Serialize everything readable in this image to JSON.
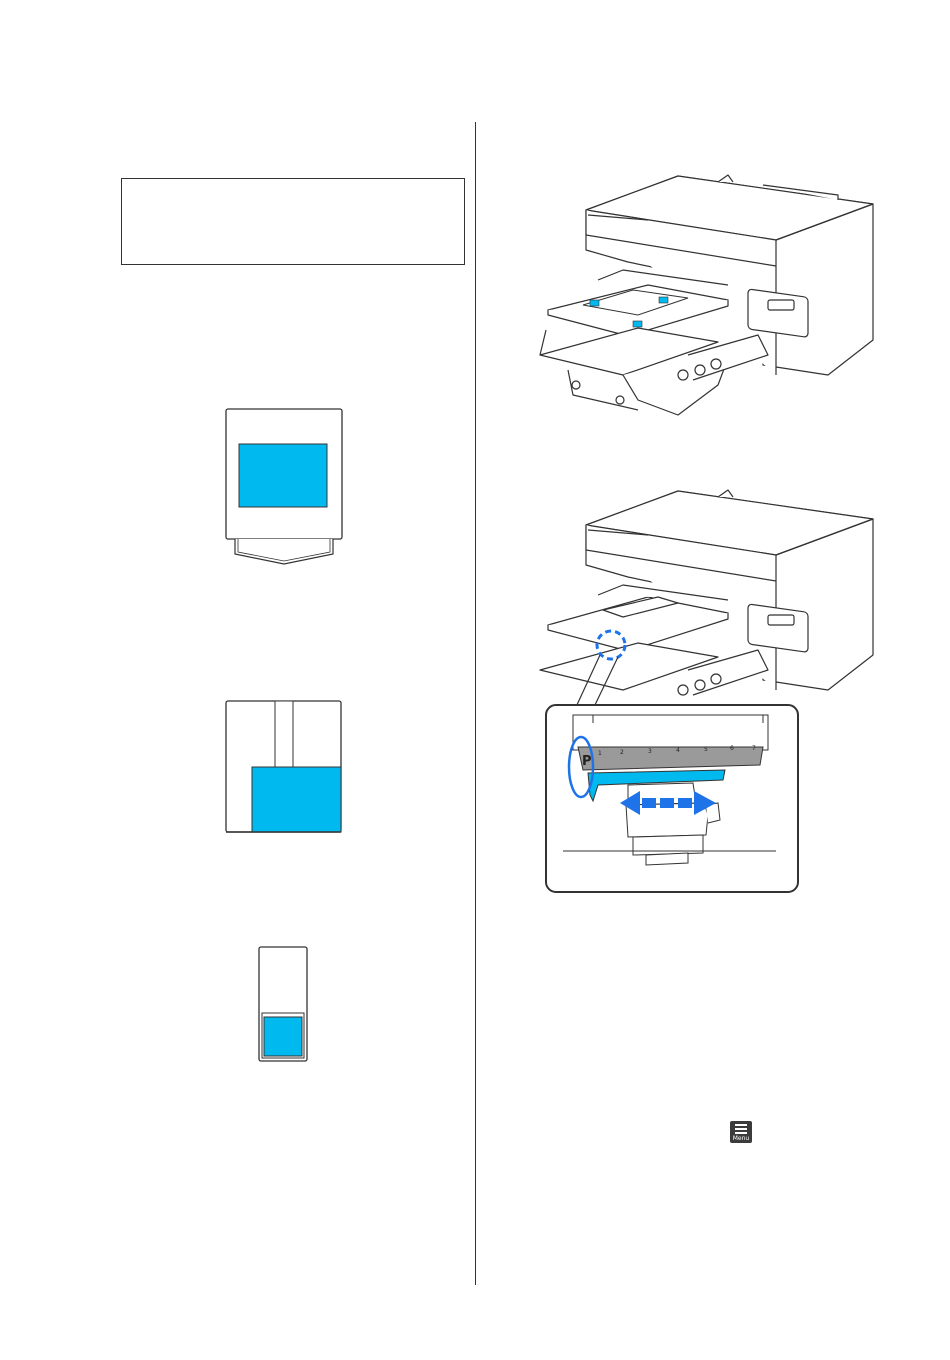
{
  "colors": {
    "accent_cyan": "#00b9ef",
    "highlight_blue": "#1e73e8",
    "line": "#333333",
    "scale_gray": "#9a9a9a"
  },
  "figures": {
    "zoom_scale_letter": "P",
    "zoom_scale_ticks": [
      "1",
      "2",
      "3",
      "4",
      "5",
      "6",
      "7"
    ]
  },
  "menu_icon": {
    "name": "menu-icon",
    "label": "Menu"
  }
}
